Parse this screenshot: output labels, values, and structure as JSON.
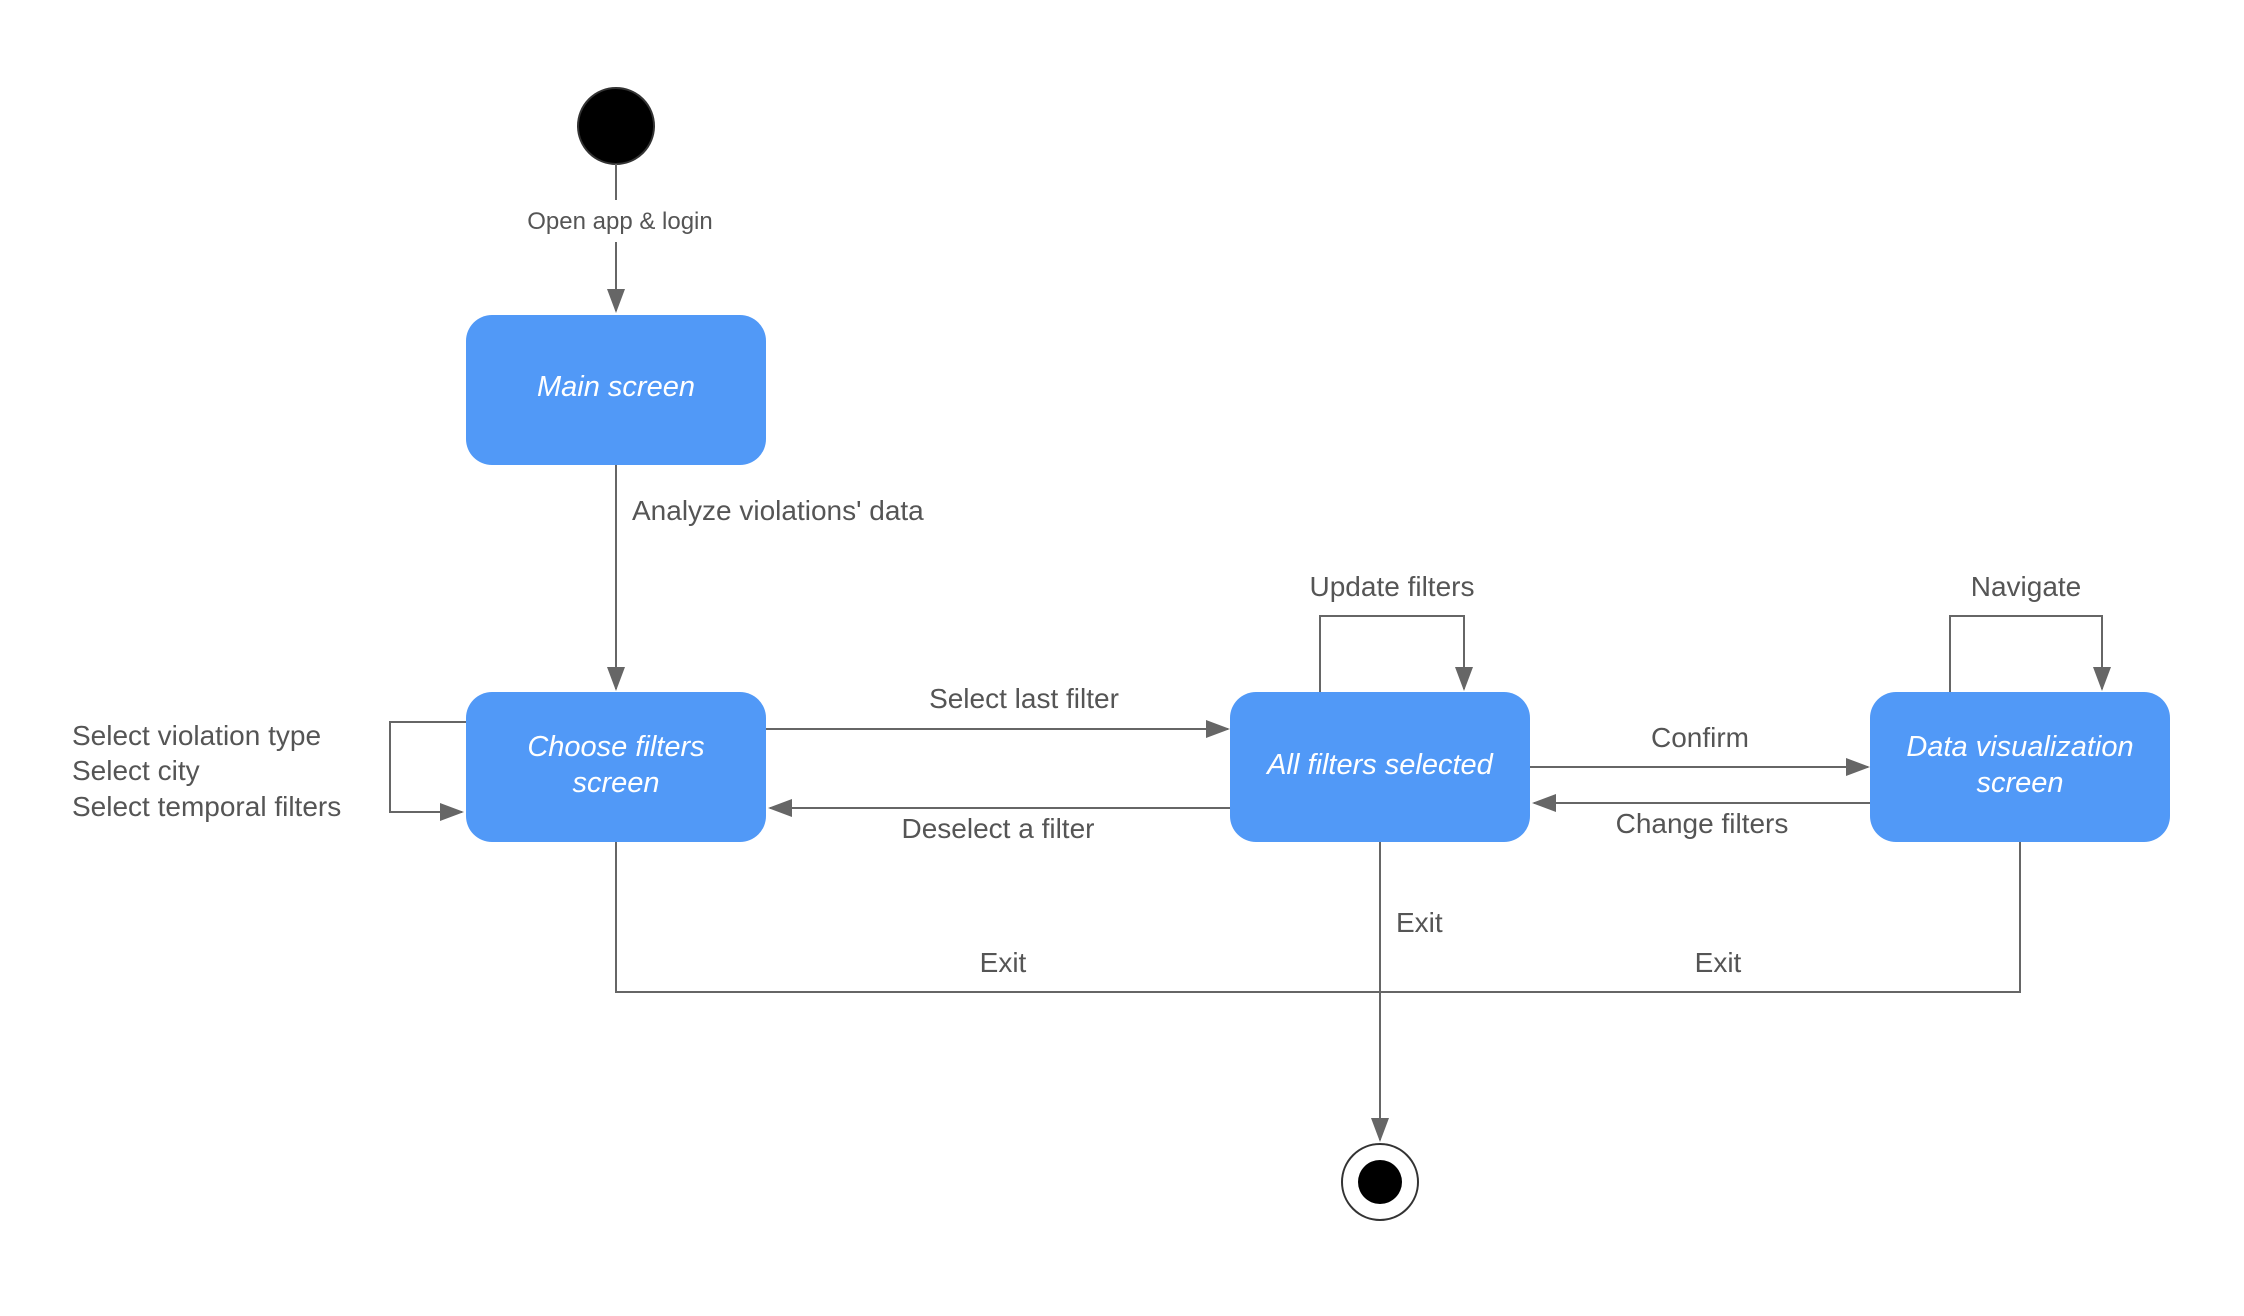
{
  "states": {
    "main": "Main screen",
    "choose_filters_line1": "Choose filters",
    "choose_filters_line2": "screen",
    "all_filters": "All filters selected",
    "data_vis_line1": "Data visualization",
    "data_vis_line2": "screen"
  },
  "transitions": {
    "open_app": "Open app & login",
    "analyze": "Analyze violations' data",
    "self_loop_line1": "Select violation type",
    "self_loop_line2": "Select city",
    "self_loop_line3": "Select temporal filters",
    "select_last": "Select last filter",
    "deselect": "Deselect a filter",
    "update_filters": "Update filters",
    "confirm": "Confirm",
    "change_filters": "Change filters",
    "navigate": "Navigate",
    "exit_left": "Exit",
    "exit_center": "Exit",
    "exit_right": "Exit"
  },
  "colors": {
    "state_fill": "#5199f7",
    "state_text": "#ffffff",
    "edge": "#666666",
    "label": "#555555",
    "node": "#000000"
  }
}
